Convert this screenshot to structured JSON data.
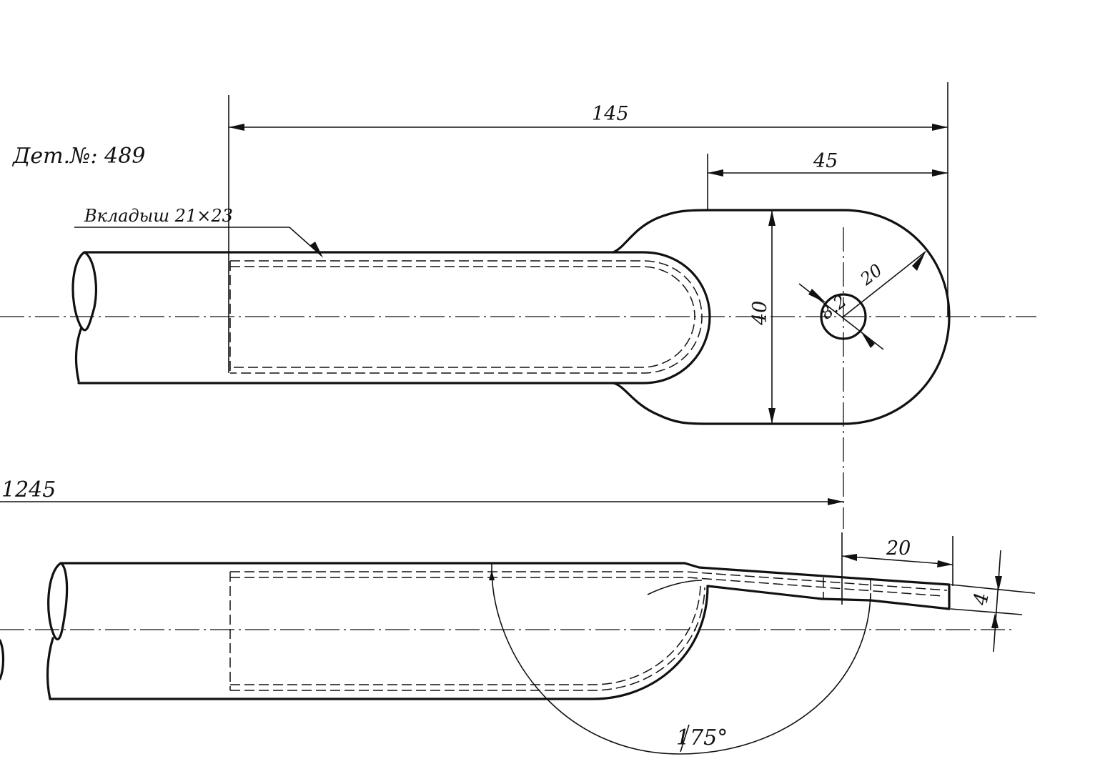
{
  "title": "Дет.№: 489",
  "top_view": {
    "dim_overall": "145",
    "dim_eye_length": "45",
    "dim_eye_width": "40",
    "dim_hole": "8.2",
    "dim_radius": "20",
    "insert_label": "Вкладыш 21×23"
  },
  "side_view": {
    "dim_length": "1245",
    "dim_flat_length": "20",
    "dim_thickness": "4",
    "dim_bend_angle": "175°"
  }
}
